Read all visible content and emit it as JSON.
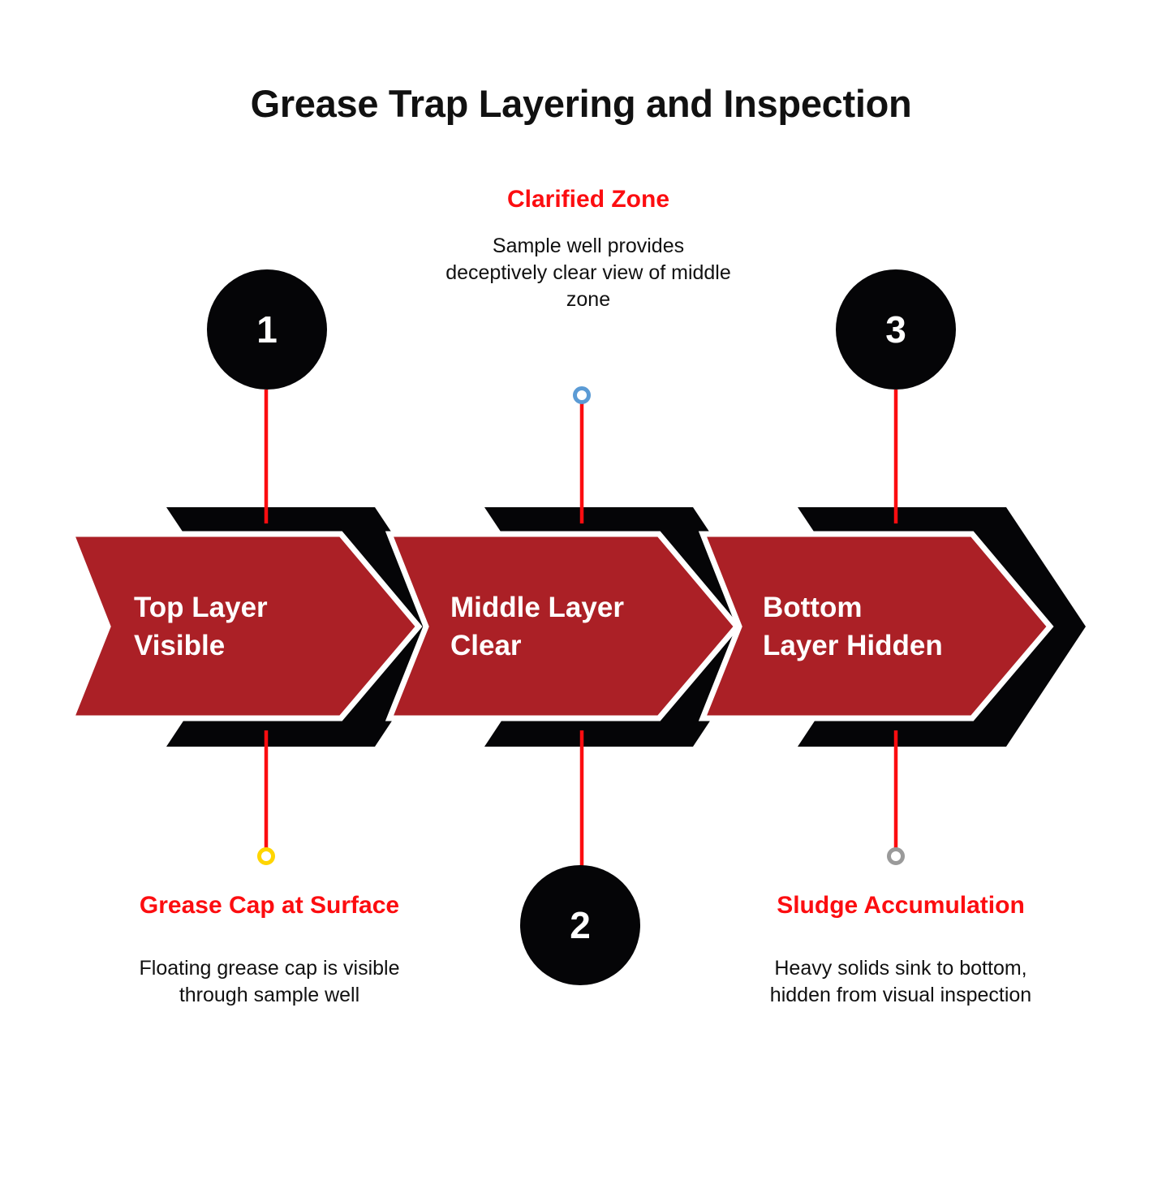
{
  "page": {
    "title": "Grease Trap Layering and Inspection",
    "background_color": "#ffffff"
  },
  "colors": {
    "chevron_red": "#ab2026",
    "chevron_shadow": "#050507",
    "chevron_outline": "#ffffff",
    "accent_red": "#fc0d10",
    "connector_red": "#fc0d10",
    "circle_black": "#050507",
    "circle_number": "#ffffff",
    "marker_blue": "#5b9bd5",
    "marker_yellow": "#ffd500",
    "marker_gray": "#9a9a9a",
    "body_text": "#111111"
  },
  "steps": [
    {
      "number": "1",
      "chevron_label": "Top Layer\nVisible",
      "callout_heading": "Grease Cap at Surface",
      "callout_body": "Floating grease cap is visible through sample well",
      "marker": "yellow-ring-marker",
      "marker_color": "#ffd500",
      "position": "below"
    },
    {
      "number": "2",
      "chevron_label": "Middle Layer\nClear",
      "callout_heading": "Clarified Zone",
      "callout_body": "Sample well provides deceptively clear view of middle zone",
      "marker": "blue-ring-marker",
      "marker_color": "#5b9bd5",
      "position": "above"
    },
    {
      "number": "3",
      "chevron_label": "Bottom\nLayer Hidden",
      "callout_heading": "Sludge Accumulation",
      "callout_body": "Heavy solids sink to bottom, hidden from visual inspection",
      "marker": "gray-ring-marker",
      "marker_color": "#9a9a9a",
      "position": "below"
    }
  ],
  "chart_data": {
    "type": "diagram",
    "diagram_kind": "chevron-process-flow",
    "title": "Grease Trap Layering and Inspection",
    "stages": [
      {
        "index": 1,
        "label": "Top Layer Visible",
        "annotation": "Grease Cap at Surface"
      },
      {
        "index": 2,
        "label": "Middle Layer Clear",
        "annotation": "Clarified Zone"
      },
      {
        "index": 3,
        "label": "Bottom Layer Hidden",
        "annotation": "Sludge Accumulation"
      }
    ]
  }
}
